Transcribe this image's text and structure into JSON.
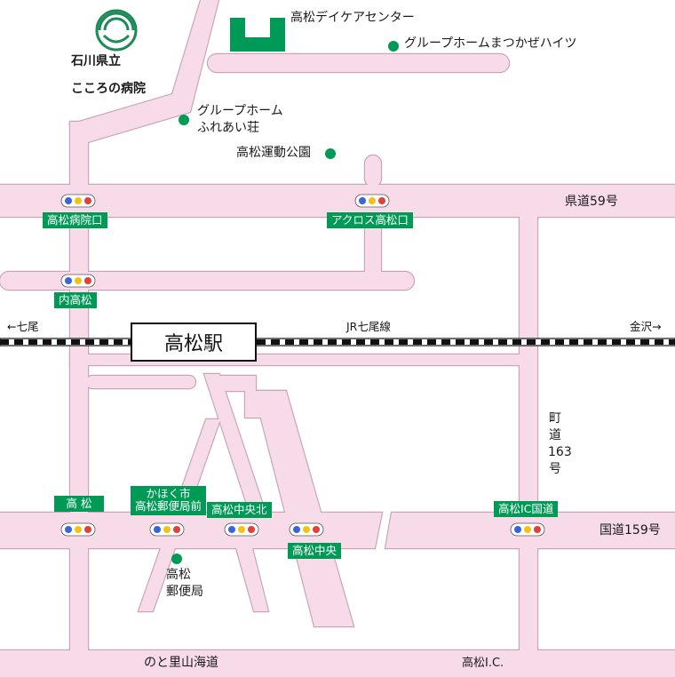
{
  "logo": {
    "line1": "石川県立",
    "line2": "こころの病院"
  },
  "facilities": {
    "daycare": "高松デイケアセンター",
    "group_home_matsukaze": "グループホームまつかぜハイツ",
    "group_home_fureai_line1": "グループホーム",
    "group_home_fureai_line2": "ふれあい荘",
    "park": "高松運動公園",
    "post_office_line1": "高松",
    "post_office_line2": "郵便局"
  },
  "roads": {
    "prefectural_59": "県道59号",
    "national_159": "国道159号",
    "town_163": [
      "町",
      "道",
      "163",
      "号"
    ],
    "noto_satoyama": "のと里山海道",
    "ic": "高松I.C."
  },
  "railway": {
    "line_name": "JR七尾線",
    "to_nanao": "←七尾",
    "to_kanazawa": "金沢→",
    "station_name": "高松駅"
  },
  "intersections": {
    "takamatsu_byoin_guchi": "高松病院口",
    "across_takamatsu_guchi": "アクロス高松口",
    "uchi_takamatsu": "内高松",
    "takamatsu": "高 松",
    "kahoku_post_line1": "かほく市",
    "kahoku_post_line2": "高松郵便局前",
    "takamatsu_chuo_kita": "高松中央北",
    "takamatsu_chuo": "高松中央",
    "takamatsu_ic_kokudo": "高松IC国道"
  },
  "colors": {
    "road_fill": "#f7dbe9",
    "road_edge": "#c9a6b7",
    "accent_green": "#009a57",
    "signal_blue": "#3b64d8",
    "signal_yellow": "#f2c21b",
    "signal_red": "#e0413b"
  }
}
